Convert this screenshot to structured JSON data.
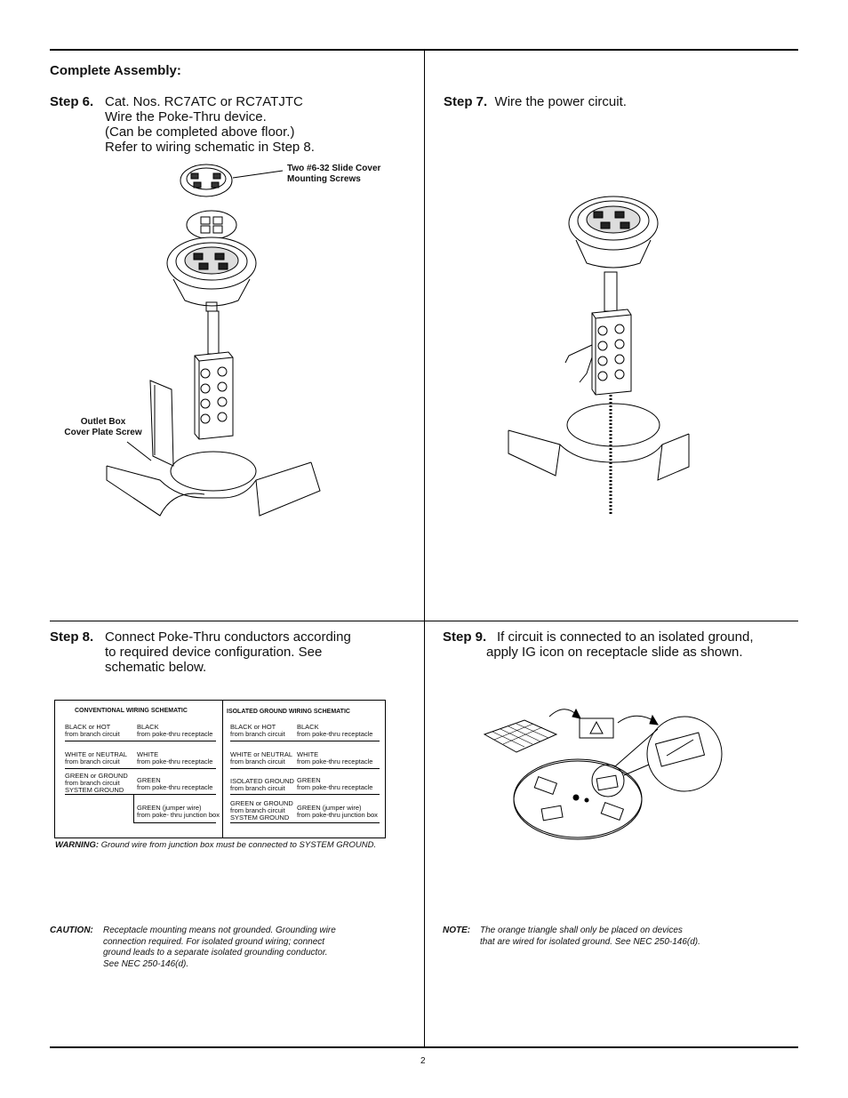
{
  "heading": "Complete Assembly:",
  "step6": {
    "label": "Step 6.",
    "lines": [
      "Cat. Nos. RC7ATC or RC7ATJTC",
      "Wire the Poke-Thru device.",
      "(Can be completed above floor.)",
      "Refer to wiring schematic in Step 8."
    ],
    "callout_screws": [
      "Two #6-32 Slide Cover",
      "Mounting Screws"
    ],
    "callout_outlet": [
      "Outlet Box",
      "Cover Plate Screw"
    ]
  },
  "step7": {
    "label": "Step 7.",
    "text": "Wire the power circuit."
  },
  "step8": {
    "label": "Step 8.",
    "lines": [
      "Connect Poke-Thru conductors according",
      "to required device configuration. See",
      "schematic below."
    ]
  },
  "step9": {
    "label": "Step 9.",
    "lines": [
      "If circuit is connected to an isolated ground,",
      "apply IG icon on receptacle slide as shown."
    ]
  },
  "schematic": {
    "conventional": {
      "title": "CONVENTIONAL WIRING SCHEMATIC",
      "rows": [
        {
          "left": [
            "BLACK or HOT",
            "from branch circuit"
          ],
          "right": [
            "BLACK",
            "from poke-thru receptacle"
          ]
        },
        {
          "left": [
            "WHITE or NEUTRAL",
            "from branch circuit"
          ],
          "right": [
            "WHITE",
            "from poke-thru receptacle"
          ]
        },
        {
          "left": [
            "GREEN or GROUND",
            "from branch circuit",
            "SYSTEM GROUND"
          ],
          "right": [
            "GREEN",
            "from poke-thru receptacle"
          ]
        },
        {
          "left": [],
          "right": [
            "GREEN (jumper wire)",
            "from poke- thru junction box"
          ]
        }
      ]
    },
    "isolated": {
      "title": "ISOLATED GROUND WIRING SCHEMATIC",
      "rows": [
        {
          "left": [
            "BLACK or HOT",
            "from branch circuit"
          ],
          "right": [
            "BLACK",
            "from poke-thru receptacle"
          ]
        },
        {
          "left": [
            "WHITE or NEUTRAL",
            "from branch circuit"
          ],
          "right": [
            "WHITE",
            "from poke-thru receptacle"
          ]
        },
        {
          "left": [
            "ISOLATED GROUND",
            "from branch circuit"
          ],
          "right": [
            "GREEN",
            "from poke-thru receptacle"
          ]
        },
        {
          "left": [
            "GREEN or GROUND",
            "from branch circuit",
            "SYSTEM GROUND"
          ],
          "right": [
            "GREEN (jumper wire)",
            "from poke-thru junction box"
          ]
        }
      ]
    }
  },
  "warning": {
    "label": "WARNING:",
    "text": "Ground wire from junction box must be connected to SYSTEM GROUND."
  },
  "caution": {
    "label": "CAUTION:",
    "lines": [
      "Receptacle mounting means not grounded. Grounding wire",
      "connection required. For isolated ground wiring; connect",
      "ground leads to a separate isolated grounding conductor.",
      "See NEC 250-146(d)."
    ]
  },
  "note": {
    "label": "NOTE:",
    "lines": [
      "The orange triangle shall only be placed on devices",
      "that are wired for isolated ground. See NEC 250-146(d)."
    ]
  },
  "page_number": "2"
}
